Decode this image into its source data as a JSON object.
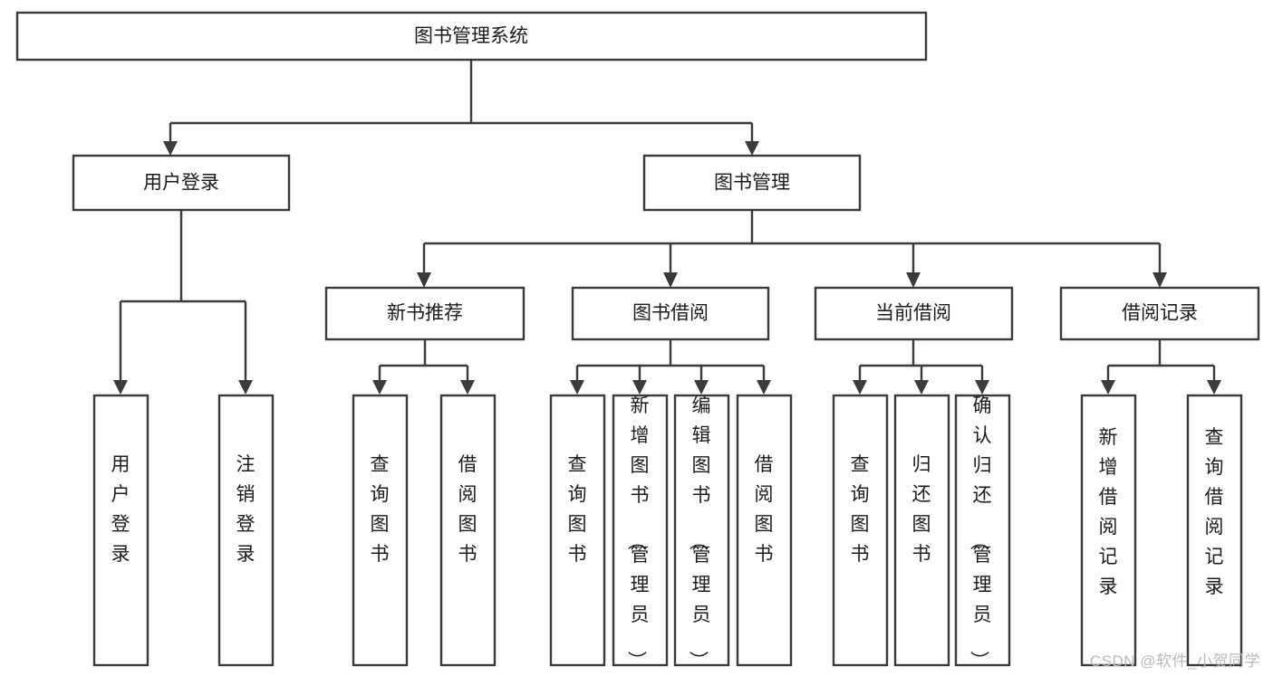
{
  "diagram": {
    "type": "tree",
    "orientation": "top-down",
    "title": "图书管理系统",
    "watermark": "CSDN @软件_小贺同学",
    "colors": {
      "background": "#ffffff",
      "stroke": "#3a3a3a",
      "box_fill": "#ffffff",
      "text": "#1b1b1b",
      "watermark": "#b9b9b9"
    },
    "levels": {
      "root": {
        "label": "图书管理系统"
      },
      "level2": [
        {
          "label": "用户登录"
        },
        {
          "label": "图书管理"
        }
      ],
      "level3": [
        {
          "label": "新书推荐"
        },
        {
          "label": "图书借阅"
        },
        {
          "label": "当前借阅"
        },
        {
          "label": "借阅记录"
        }
      ],
      "leaves": {
        "user_login": [
          {
            "label": "用户登录"
          },
          {
            "label": "注销登录"
          }
        ],
        "new_book_recommend": [
          {
            "label": "查询图书"
          },
          {
            "label": "借阅图书"
          }
        ],
        "book_borrow": [
          {
            "label": "查询图书"
          },
          {
            "label": "新增图书（管理员）"
          },
          {
            "label": "编辑图书（管理员）"
          },
          {
            "label": "借阅图书"
          }
        ],
        "current_borrow": [
          {
            "label": "查询图书"
          },
          {
            "label": "归还图书"
          },
          {
            "label": "确认归还（管理员）"
          }
        ],
        "borrow_record": [
          {
            "label": "新增借阅记录"
          },
          {
            "label": "查询借阅记录"
          }
        ]
      }
    }
  }
}
